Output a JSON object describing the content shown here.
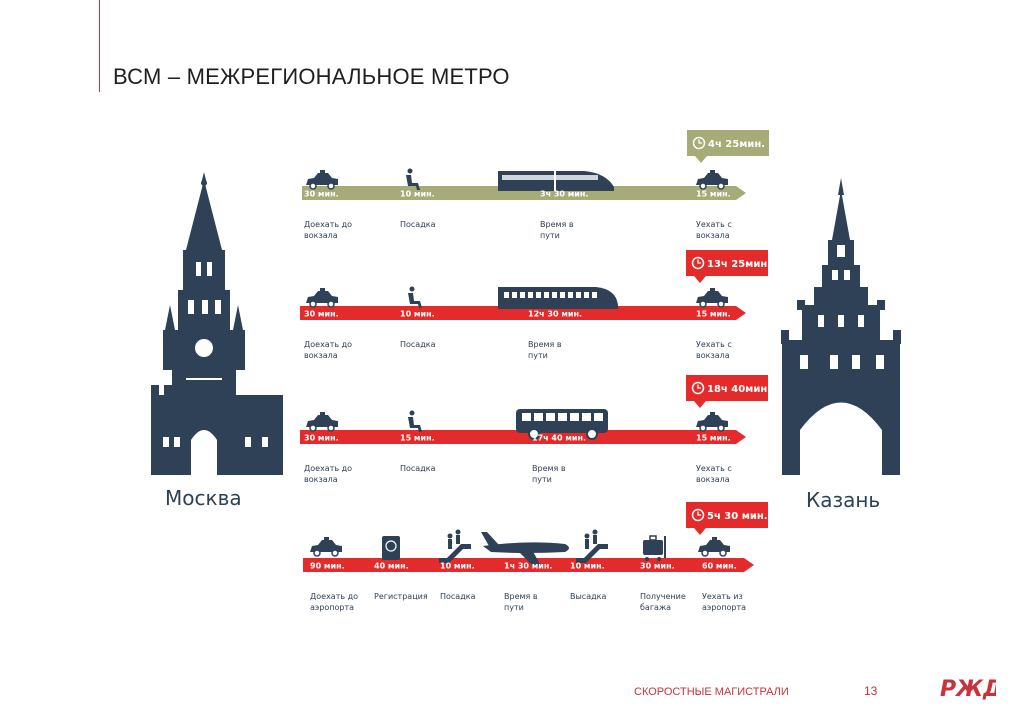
{
  "slide": {
    "title": "ВСМ – МЕЖРЕГИОНАЛЬНОЕ МЕТРО",
    "footer_text": "СКОРОСТНЫЕ МАГИСТРАЛИ",
    "page_number": "13"
  },
  "cities": {
    "from": "Москва",
    "to": "Казань"
  },
  "colors": {
    "green": "#a6ab78",
    "red": "#e32b2b",
    "navy": "#2f4156",
    "brand_red": "#c8323a"
  },
  "rows": [
    {
      "mode": "high-speed-rail",
      "total": "4ч 25мин.",
      "steps": [
        {
          "time": "30 мин.",
          "label1": "Доехать до",
          "label2": "вокзала",
          "icon": "taxi-icon"
        },
        {
          "time": "10 мин.",
          "label1": "Посадка",
          "label2": "",
          "icon": "boarding-icon"
        },
        {
          "time": "3ч 30 мин.",
          "label1": "Время в",
          "label2": "пути",
          "icon": "high-speed-train-icon"
        },
        {
          "time": "15 мин.",
          "label1": "Уехать с",
          "label2": "вокзала",
          "icon": "taxi-icon"
        }
      ]
    },
    {
      "mode": "train",
      "total": "13ч 25мин.",
      "steps": [
        {
          "time": "30 мин.",
          "label1": "Доехать до",
          "label2": "вокзала",
          "icon": "taxi-icon"
        },
        {
          "time": "10 мин.",
          "label1": "Посадка",
          "label2": "",
          "icon": "boarding-icon"
        },
        {
          "time": "12ч 30 мин.",
          "label1": "Время в",
          "label2": "пути",
          "icon": "train-icon"
        },
        {
          "time": "15 мин.",
          "label1": "Уехать с",
          "label2": "вокзала",
          "icon": "taxi-icon"
        }
      ]
    },
    {
      "mode": "bus",
      "total": "18ч 40мин.",
      "steps": [
        {
          "time": "30 мин.",
          "label1": "Доехать до",
          "label2": "вокзала",
          "icon": "taxi-icon"
        },
        {
          "time": "15 мин.",
          "label1": "Посадка",
          "label2": "",
          "icon": "boarding-icon"
        },
        {
          "time": "17ч 40 мин.",
          "label1": "Время в",
          "label2": "пути",
          "icon": "bus-icon"
        },
        {
          "time": "15 мин.",
          "label1": "Уехать с",
          "label2": "вокзала",
          "icon": "taxi-icon"
        }
      ]
    },
    {
      "mode": "plane",
      "total": "5ч 30 мин.",
      "steps": [
        {
          "time": "90 мин.",
          "label1": "Доехать до",
          "label2": "аэропорта",
          "icon": "taxi-icon"
        },
        {
          "time": "40 мин.",
          "label1": "Регистрация",
          "label2": "",
          "icon": "passport-icon"
        },
        {
          "time": "10 мин.",
          "label1": "Посадка",
          "label2": "",
          "icon": "escalator-icon"
        },
        {
          "time": "1ч 30 мин.",
          "label1": "Время в",
          "label2": "пути",
          "icon": "plane-icon"
        },
        {
          "time": "10 мин.",
          "label1": "Высадка",
          "label2": "",
          "icon": "escalator-icon"
        },
        {
          "time": "30 мин.",
          "label1": "Получение",
          "label2": "багажа",
          "icon": "baggage-icon"
        },
        {
          "time": "60 мин.",
          "label1": "Уехать из",
          "label2": "аэропорта",
          "icon": "taxi-icon"
        }
      ]
    }
  ]
}
